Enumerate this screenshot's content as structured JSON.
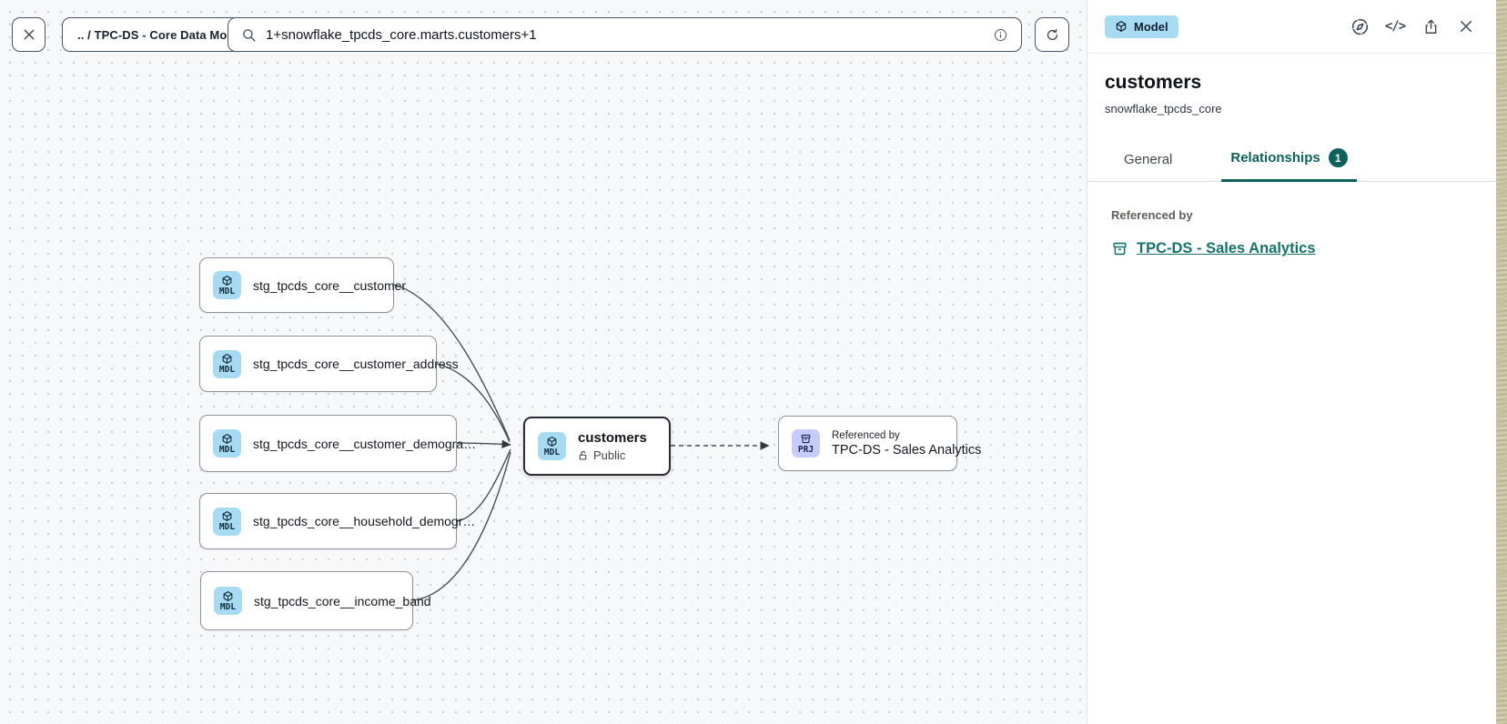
{
  "toolbar": {
    "breadcrumb": ".. / TPC-DS - Core Data Models",
    "search_value": "1+snowflake_tpcds_core.marts.customers+1"
  },
  "canvas": {
    "nodes": [
      {
        "tag": "MDL",
        "label": "stg_tpcds_core__customer"
      },
      {
        "tag": "MDL",
        "label": "stg_tpcds_core__customer_address"
      },
      {
        "tag": "MDL",
        "label": "stg_tpcds_core__customer_demogra…"
      },
      {
        "tag": "MDL",
        "label": "stg_tpcds_core__household_demogr…"
      },
      {
        "tag": "MDL",
        "label": "stg_tpcds_core__income_band"
      }
    ],
    "selected_node": {
      "tag": "MDL",
      "label": "customers",
      "visibility": "Public"
    },
    "reference_node": {
      "tag": "PRJ",
      "kicker": "Referenced by",
      "label": "TPC-DS - Sales Analytics"
    }
  },
  "panel": {
    "type_badge": "Model",
    "title": "customers",
    "subtitle": "snowflake_tpcds_core",
    "tabs": {
      "general": "General",
      "relationships": "Relationships",
      "relationships_count": "1"
    },
    "section_label": "Referenced by",
    "reference_link": "TPC-DS - Sales Analytics"
  },
  "colors": {
    "accent_teal": "#0d615d",
    "link_teal": "#15736d",
    "model_badge_blue": "#a7dbf4",
    "project_badge_purple": "#c5ccfa",
    "node_border": "#8d949e",
    "selected_node_border": "#272c33",
    "edge_line": "#4a505a",
    "canvas_bg": "#f7f8fa"
  }
}
